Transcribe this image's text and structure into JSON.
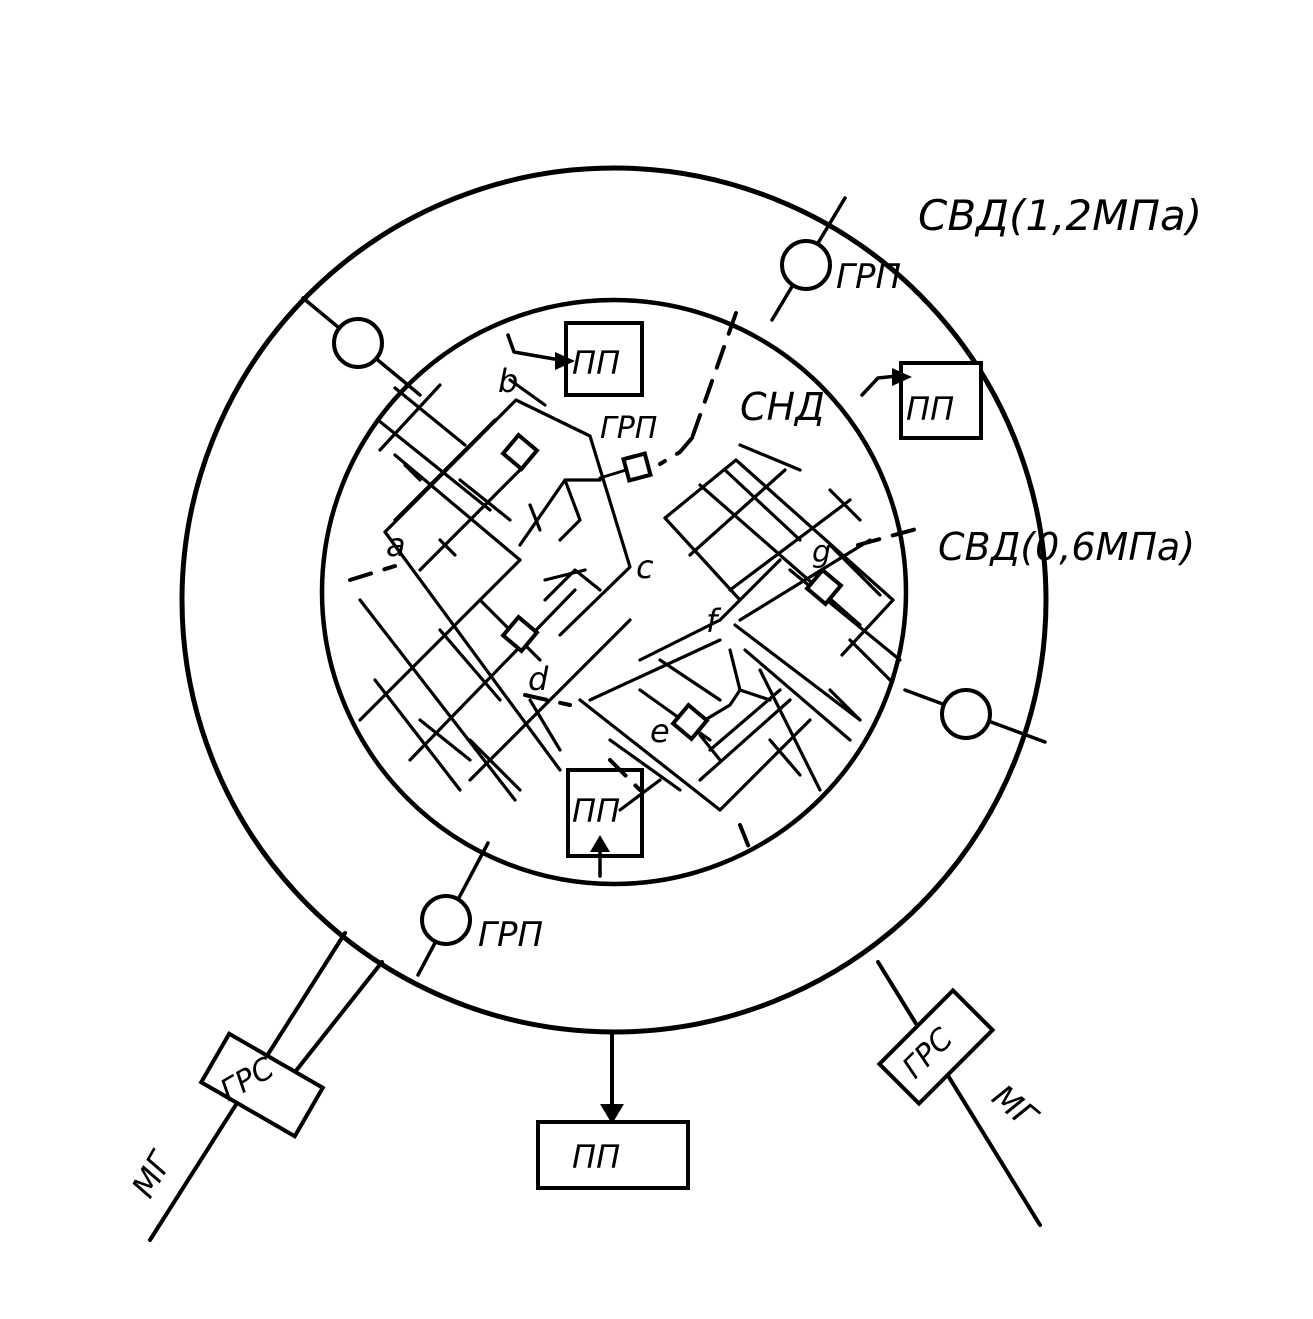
{
  "labels": {
    "svd_high": "СВД(1,2МПа)",
    "svd_mid": "СВД(0,6МПа)",
    "snd": "СНД",
    "grp_top": "ГРП",
    "grp_inner": "ГРП",
    "grp_bottom": "ГРП",
    "pp_inner_top": "ПП",
    "pp_right": "ПП",
    "pp_inner_bottom": "ПП",
    "pp_bottom": "ПП",
    "grs_left": "ГРС",
    "grs_right": "ГРС",
    "mg_left": "МГ",
    "mg_right": "МГ",
    "pt_a": "a",
    "pt_b": "b",
    "pt_c": "c",
    "pt_d": "d",
    "pt_e": "e",
    "pt_f": "f",
    "pt_g": "g"
  }
}
